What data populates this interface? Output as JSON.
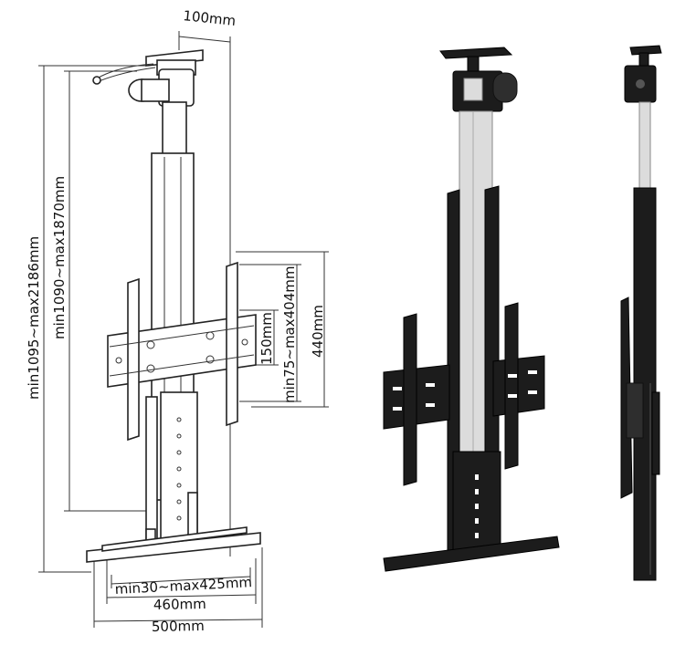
{
  "dimensions": {
    "top_plate_width": "100mm",
    "overall_height": "min1095~max2186mm",
    "column_height": "min1090~max1870mm",
    "bracket_height": "440mm",
    "vesa_vertical": "min75~max404mm",
    "vesa_spacing": "150mm",
    "vesa_horizontal": "min30~max425mm",
    "base_inner_width": "460mm",
    "base_outer_width": "500mm"
  },
  "colors": {
    "line": "#333333",
    "outline": "#222222",
    "black_finish": "#1c1c1c",
    "silver_rail": "#dcdcdc"
  }
}
